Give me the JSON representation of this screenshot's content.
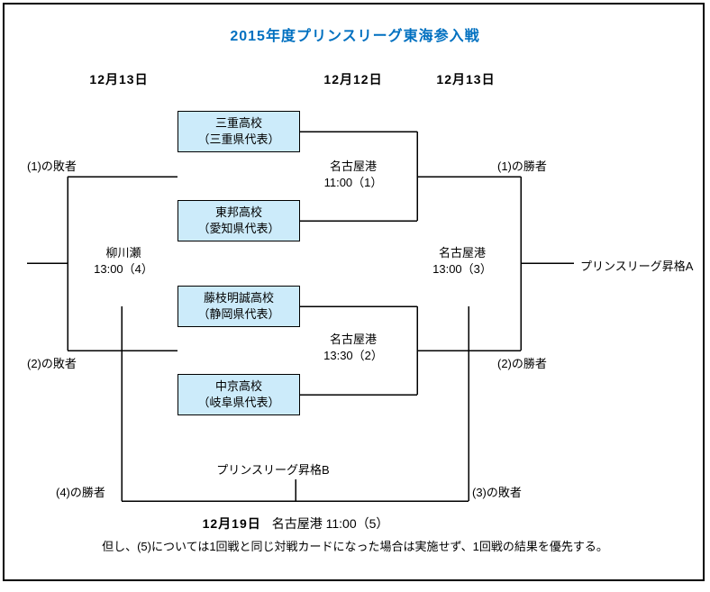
{
  "title": "2015年度プリンスリーグ東海参入戦",
  "columns": {
    "left_date": "12月13日",
    "center_date": "12月12日",
    "right_date": "12月13日"
  },
  "teams": [
    {
      "name": "三重高校",
      "rep": "（三重県代表）"
    },
    {
      "name": "東邦高校",
      "rep": "（愛知県代表）"
    },
    {
      "name": "藤枝明誠高校",
      "rep": "（静岡県代表）"
    },
    {
      "name": "中京高校",
      "rep": "（岐阜県代表）"
    }
  ],
  "matches": [
    {
      "venue": "名古屋港",
      "time": "11:00（1）"
    },
    {
      "venue": "名古屋港",
      "time": "13:30（2）"
    },
    {
      "venue": "名古屋港",
      "time": "13:00（3）"
    },
    {
      "venue": "柳川瀬",
      "time": "13:00（4）"
    }
  ],
  "labels": {
    "loser1": "(1)の敗者",
    "loser2": "(2)の敗者",
    "winner1": "(1)の勝者",
    "winner2": "(2)の勝者",
    "winner4": "(4)の勝者",
    "loser3": "(3)の敗者",
    "promotion_a": "プリンスリーグ昇格A",
    "promotion_b": "プリンスリーグ昇格B"
  },
  "match5": {
    "date": "12月19日",
    "detail": "名古屋港 11:00（5）"
  },
  "note": "但し、(5)については1回戦と同じ対戦カードになった場合は実施せず、1回戦の結果を優先する。",
  "colors": {
    "title_blue": "#0070C0",
    "team_box_fill": "#CCEBFA",
    "line": "#000000"
  }
}
